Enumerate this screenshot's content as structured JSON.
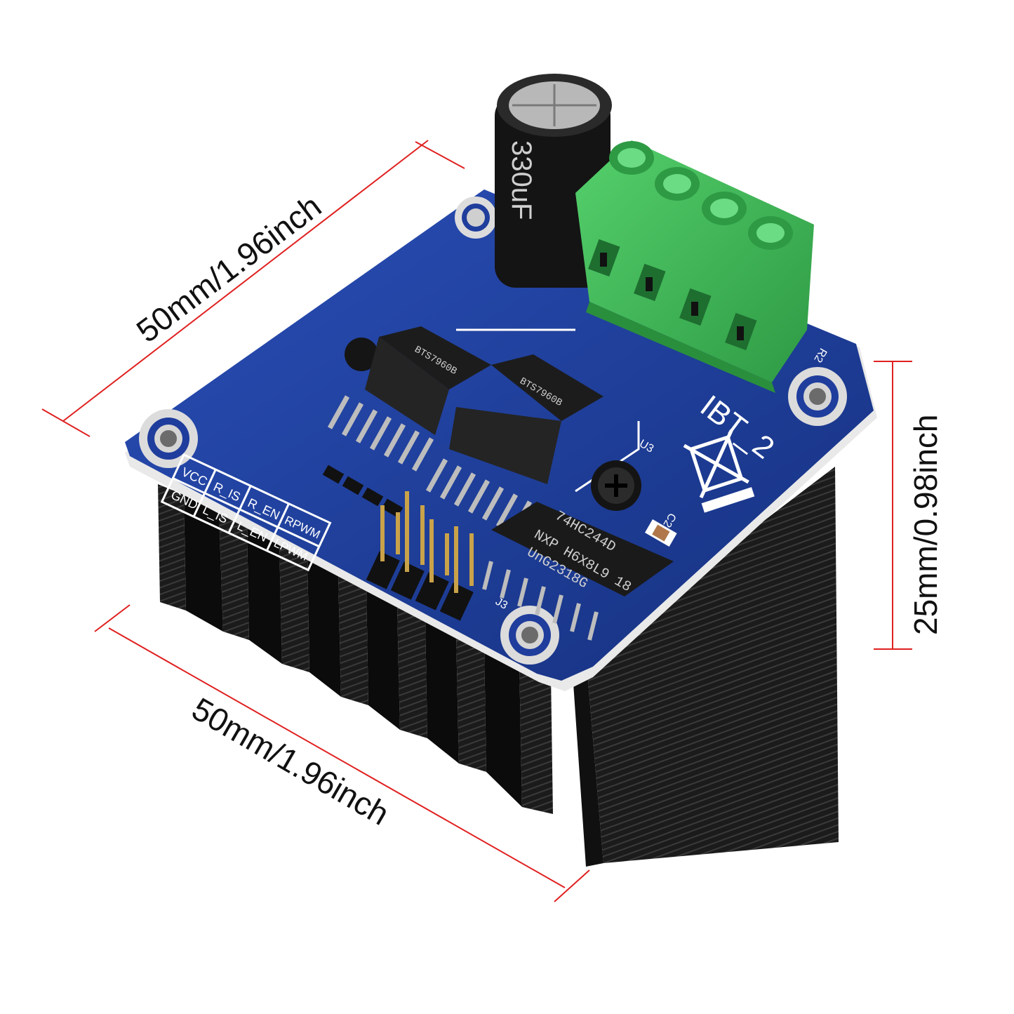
{
  "dimensions": {
    "top": "50mm/1.96inch",
    "bottom": "50mm/1.96inch",
    "right": "25mm/0.98inch"
  },
  "board": {
    "name": "IBT_2",
    "pins_top_row": [
      "VCC",
      "R_IS",
      "R_EN",
      "RPWM"
    ],
    "pins_bottom_row": [
      "GND",
      "L_IS",
      "L_EN",
      "LPWM"
    ],
    "capacitor_label": "330uF",
    "driver_chip": "BTS7960B",
    "logic_chip_lines": [
      "74HC244D",
      "NXP H6X8L9 18",
      "UnG2318G"
    ],
    "refs": [
      "U3",
      "R2",
      "C2",
      "J3"
    ]
  },
  "colors": {
    "pcb": "#1f3d9c",
    "terminal": "#3fbf5a",
    "heatsink": "#1a1a1a",
    "dimension_line": "#e02020"
  }
}
